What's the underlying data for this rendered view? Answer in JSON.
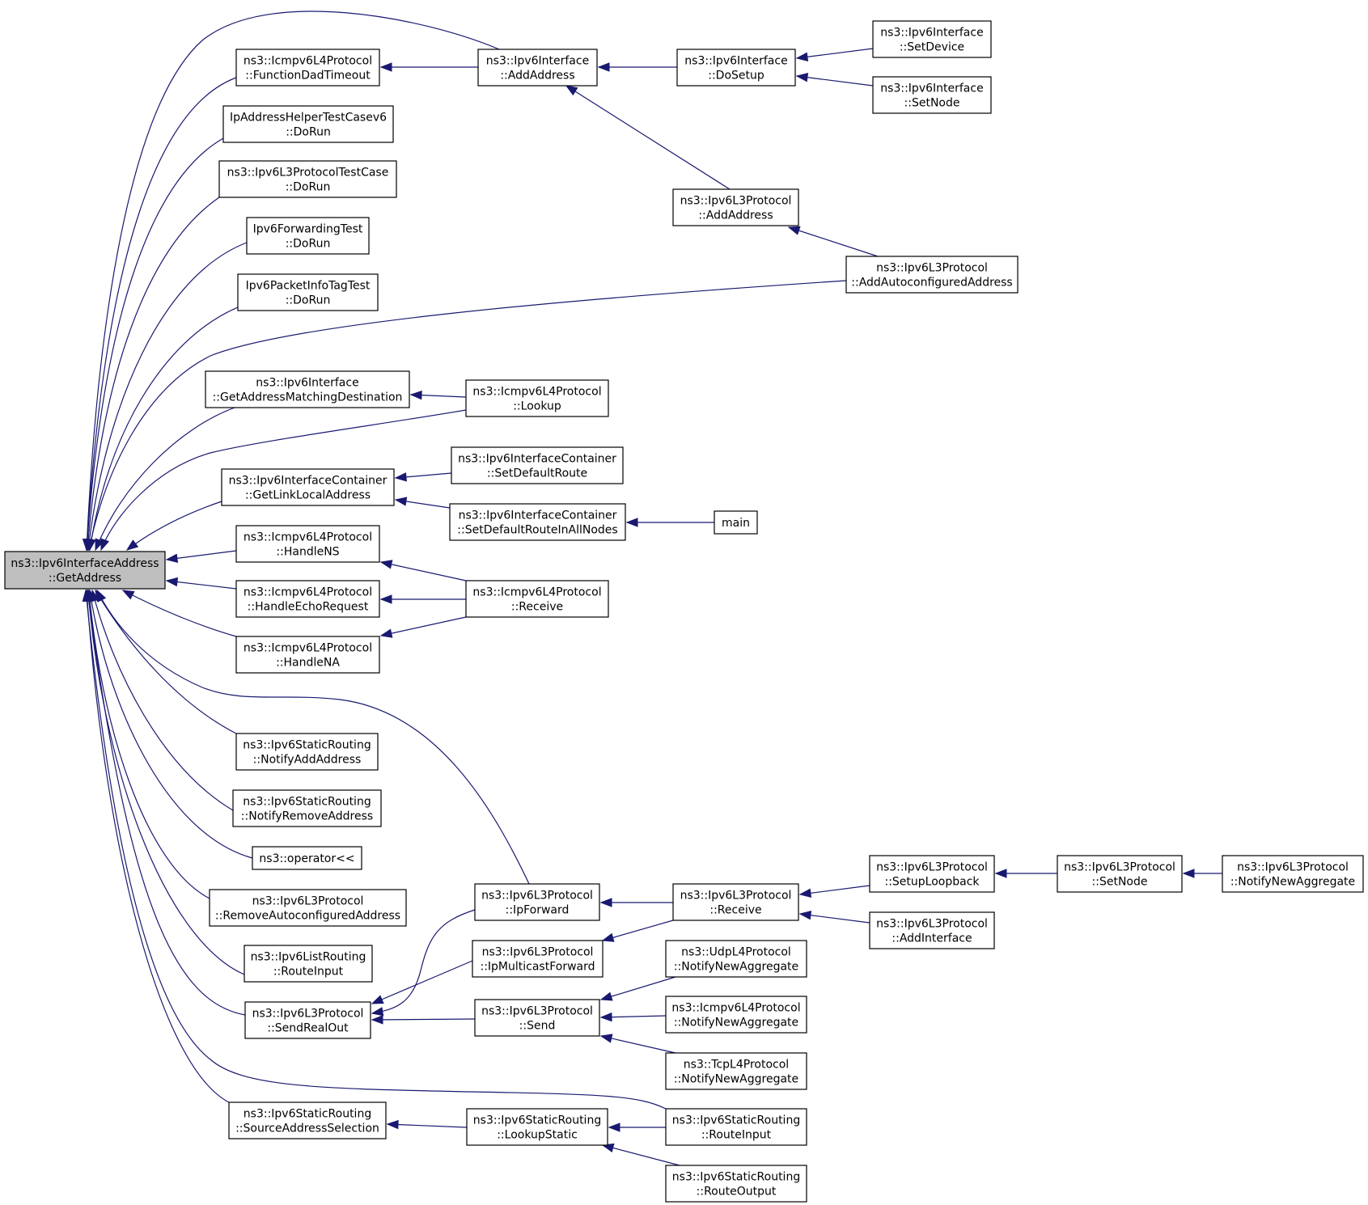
{
  "diagram": {
    "type": "call-graph",
    "root": "root",
    "colors": {
      "edge": "#191970",
      "root_fill": "#bfbfbf",
      "node_fill": "#ffffff",
      "node_border": "#000000"
    },
    "nodes": [
      {
        "id": "root",
        "lines": [
          "ns3::Ipv6InterfaceAddress",
          "::GetAddress"
        ]
      },
      {
        "id": "icmp_fdt",
        "lines": [
          "ns3::Icmpv6L4Protocol",
          "::FunctionDadTimeout"
        ]
      },
      {
        "id": "ipaddr_test",
        "lines": [
          "IpAddressHelperTestCasev6",
          "::DoRun"
        ]
      },
      {
        "id": "ipv6l3_test",
        "lines": [
          "ns3::Ipv6L3ProtocolTestCase",
          "::DoRun"
        ]
      },
      {
        "id": "fwd_test",
        "lines": [
          "Ipv6ForwardingTest",
          "::DoRun"
        ]
      },
      {
        "id": "pkt_test",
        "lines": [
          "Ipv6PacketInfoTagTest",
          "::DoRun"
        ]
      },
      {
        "id": "iface_gamd",
        "lines": [
          "ns3::Ipv6Interface",
          "::GetAddressMatchingDestination"
        ]
      },
      {
        "id": "ic_gll",
        "lines": [
          "ns3::Ipv6InterfaceContainer",
          "::GetLinkLocalAddress"
        ]
      },
      {
        "id": "icmp_hns",
        "lines": [
          "ns3::Icmpv6L4Protocol",
          "::HandleNS"
        ]
      },
      {
        "id": "icmp_her",
        "lines": [
          "ns3::Icmpv6L4Protocol",
          "::HandleEchoRequest"
        ]
      },
      {
        "id": "icmp_hna",
        "lines": [
          "ns3::Icmpv6L4Protocol",
          "::HandleNA"
        ]
      },
      {
        "id": "sr_naa",
        "lines": [
          "ns3::Ipv6StaticRouting",
          "::NotifyAddAddress"
        ]
      },
      {
        "id": "sr_nra",
        "lines": [
          "ns3::Ipv6StaticRouting",
          "::NotifyRemoveAddress"
        ]
      },
      {
        "id": "op_lshift",
        "lines": [
          "ns3::operator<<"
        ]
      },
      {
        "id": "l3_raa",
        "lines": [
          "ns3::Ipv6L3Protocol",
          "::RemoveAutoconfiguredAddress"
        ]
      },
      {
        "id": "lr_ri",
        "lines": [
          "ns3::Ipv6ListRouting",
          "::RouteInput"
        ]
      },
      {
        "id": "l3_sro",
        "lines": [
          "ns3::Ipv6L3Protocol",
          "::SendRealOut"
        ]
      },
      {
        "id": "sr_sas",
        "lines": [
          "ns3::Ipv6StaticRouting",
          "::SourceAddressSelection"
        ]
      },
      {
        "id": "iface_aa",
        "lines": [
          "ns3::Ipv6Interface",
          "::AddAddress"
        ]
      },
      {
        "id": "iface_ds",
        "lines": [
          "ns3::Ipv6Interface",
          "::DoSetup"
        ]
      },
      {
        "id": "iface_sd",
        "lines": [
          "ns3::Ipv6Interface",
          "::SetDevice"
        ]
      },
      {
        "id": "iface_sn",
        "lines": [
          "ns3::Ipv6Interface",
          "::SetNode"
        ]
      },
      {
        "id": "l3_aa",
        "lines": [
          "ns3::Ipv6L3Protocol",
          "::AddAddress"
        ]
      },
      {
        "id": "l3_aca",
        "lines": [
          "ns3::Ipv6L3Protocol",
          "::AddAutoconfiguredAddress"
        ]
      },
      {
        "id": "icmp_lookup",
        "lines": [
          "ns3::Icmpv6L4Protocol",
          "::Lookup"
        ]
      },
      {
        "id": "ic_sdr",
        "lines": [
          "ns3::Ipv6InterfaceContainer",
          "::SetDefaultRoute"
        ]
      },
      {
        "id": "ic_sdran",
        "lines": [
          "ns3::Ipv6InterfaceContainer",
          "::SetDefaultRouteInAllNodes"
        ]
      },
      {
        "id": "main",
        "lines": [
          "main"
        ]
      },
      {
        "id": "icmp_recv",
        "lines": [
          "ns3::Icmpv6L4Protocol",
          "::Receive"
        ]
      },
      {
        "id": "l3_ipf",
        "lines": [
          "ns3::Ipv6L3Protocol",
          "::IpForward"
        ]
      },
      {
        "id": "l3_ipmf",
        "lines": [
          "ns3::Ipv6L3Protocol",
          "::IpMulticastForward"
        ]
      },
      {
        "id": "l3_send",
        "lines": [
          "ns3::Ipv6L3Protocol",
          "::Send"
        ]
      },
      {
        "id": "l3_recv",
        "lines": [
          "ns3::Ipv6L3Protocol",
          "::Receive"
        ]
      },
      {
        "id": "l3_slb",
        "lines": [
          "ns3::Ipv6L3Protocol",
          "::SetupLoopback"
        ]
      },
      {
        "id": "l3_ai",
        "lines": [
          "ns3::Ipv6L3Protocol",
          "::AddInterface"
        ]
      },
      {
        "id": "l3_sn",
        "lines": [
          "ns3::Ipv6L3Protocol",
          "::SetNode"
        ]
      },
      {
        "id": "l3_nna",
        "lines": [
          "ns3::Ipv6L3Protocol",
          "::NotifyNewAggregate"
        ]
      },
      {
        "id": "udp_nna",
        "lines": [
          "ns3::UdpL4Protocol",
          "::NotifyNewAggregate"
        ]
      },
      {
        "id": "icmp_nna",
        "lines": [
          "ns3::Icmpv6L4Protocol",
          "::NotifyNewAggregate"
        ]
      },
      {
        "id": "tcp_nna",
        "lines": [
          "ns3::TcpL4Protocol",
          "::NotifyNewAggregate"
        ]
      },
      {
        "id": "sr_ls",
        "lines": [
          "ns3::Ipv6StaticRouting",
          "::LookupStatic"
        ]
      },
      {
        "id": "sr_ri",
        "lines": [
          "ns3::Ipv6StaticRouting",
          "::RouteInput"
        ]
      },
      {
        "id": "sr_ro",
        "lines": [
          "ns3::Ipv6StaticRouting",
          "::RouteOutput"
        ]
      }
    ],
    "edges": [
      {
        "from": "icmp_fdt",
        "to": "root"
      },
      {
        "from": "ipaddr_test",
        "to": "root"
      },
      {
        "from": "ipv6l3_test",
        "to": "root"
      },
      {
        "from": "fwd_test",
        "to": "root"
      },
      {
        "from": "pkt_test",
        "to": "root"
      },
      {
        "from": "iface_gamd",
        "to": "root"
      },
      {
        "from": "ic_gll",
        "to": "root"
      },
      {
        "from": "icmp_hns",
        "to": "root"
      },
      {
        "from": "icmp_her",
        "to": "root"
      },
      {
        "from": "icmp_hna",
        "to": "root"
      },
      {
        "from": "sr_naa",
        "to": "root"
      },
      {
        "from": "sr_nra",
        "to": "root"
      },
      {
        "from": "op_lshift",
        "to": "root"
      },
      {
        "from": "l3_raa",
        "to": "root"
      },
      {
        "from": "lr_ri",
        "to": "root"
      },
      {
        "from": "l3_sro",
        "to": "root"
      },
      {
        "from": "sr_sas",
        "to": "root"
      },
      {
        "from": "iface_aa",
        "to": "root"
      },
      {
        "from": "l3_aca",
        "to": "root"
      },
      {
        "from": "icmp_lookup",
        "to": "root"
      },
      {
        "from": "l3_ipf",
        "to": "root"
      },
      {
        "from": "sr_ri",
        "to": "root"
      },
      {
        "from": "iface_aa",
        "to": "icmp_fdt"
      },
      {
        "from": "iface_ds",
        "to": "iface_aa"
      },
      {
        "from": "l3_aa",
        "to": "iface_aa"
      },
      {
        "from": "iface_sd",
        "to": "iface_ds"
      },
      {
        "from": "iface_sn",
        "to": "iface_ds"
      },
      {
        "from": "l3_aca",
        "to": "l3_aa"
      },
      {
        "from": "icmp_lookup",
        "to": "iface_gamd"
      },
      {
        "from": "ic_sdr",
        "to": "ic_gll"
      },
      {
        "from": "ic_sdran",
        "to": "ic_gll"
      },
      {
        "from": "main",
        "to": "ic_sdran"
      },
      {
        "from": "icmp_recv",
        "to": "icmp_hns"
      },
      {
        "from": "icmp_recv",
        "to": "icmp_her"
      },
      {
        "from": "icmp_recv",
        "to": "icmp_hna"
      },
      {
        "from": "l3_ipf",
        "to": "l3_sro"
      },
      {
        "from": "l3_ipmf",
        "to": "l3_sro"
      },
      {
        "from": "l3_send",
        "to": "l3_sro"
      },
      {
        "from": "l3_recv",
        "to": "l3_ipf"
      },
      {
        "from": "l3_recv",
        "to": "l3_ipmf"
      },
      {
        "from": "l3_slb",
        "to": "l3_recv"
      },
      {
        "from": "l3_ai",
        "to": "l3_recv"
      },
      {
        "from": "l3_sn",
        "to": "l3_slb"
      },
      {
        "from": "l3_nna",
        "to": "l3_sn"
      },
      {
        "from": "udp_nna",
        "to": "l3_send"
      },
      {
        "from": "icmp_nna",
        "to": "l3_send"
      },
      {
        "from": "tcp_nna",
        "to": "l3_send"
      },
      {
        "from": "sr_ls",
        "to": "sr_sas"
      },
      {
        "from": "sr_ri",
        "to": "sr_ls"
      },
      {
        "from": "sr_ro",
        "to": "sr_ls"
      }
    ]
  }
}
